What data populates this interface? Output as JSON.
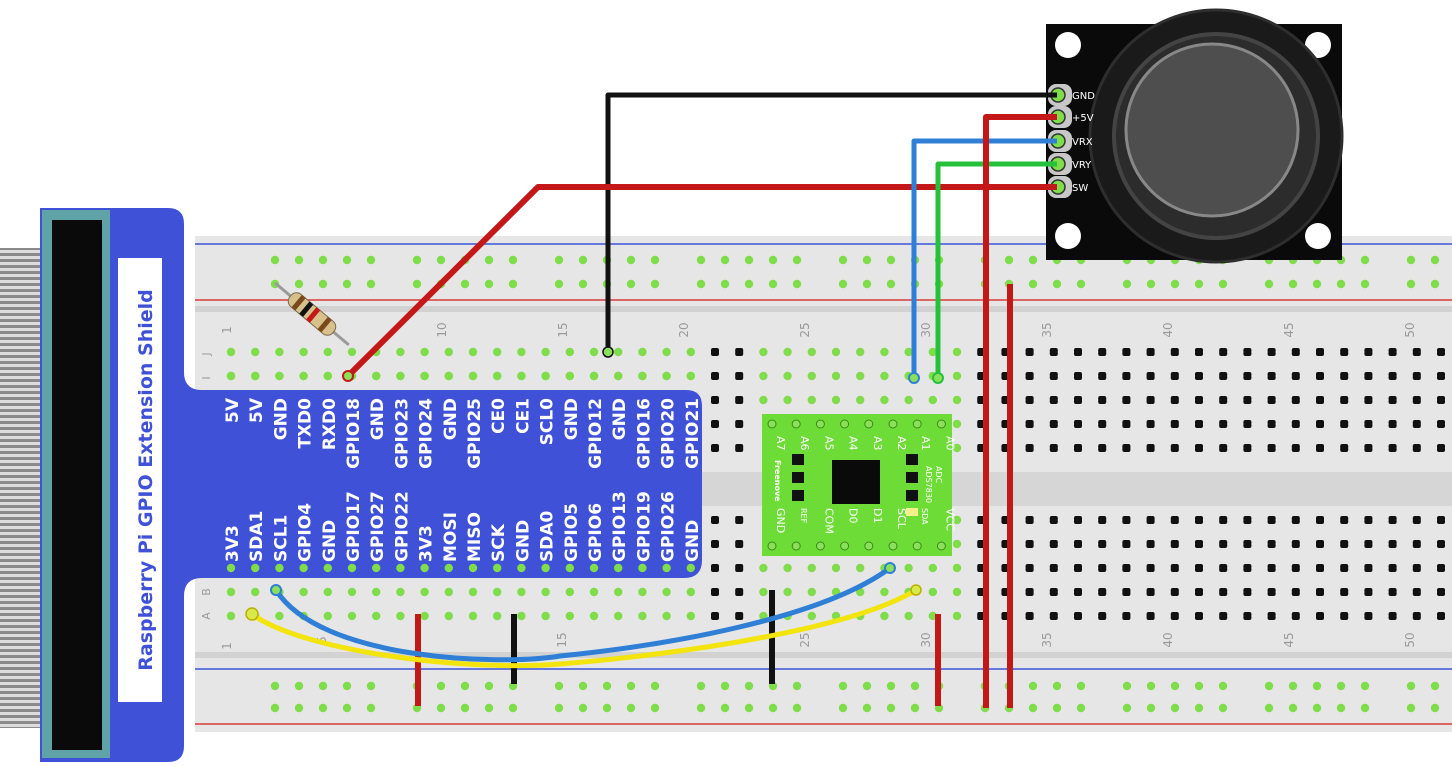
{
  "shield": {
    "title": "Raspberry Pi GPIO Extension Shield",
    "top_pins": [
      "5V",
      "5V",
      "GND",
      "TXD0",
      "RXD0",
      "GPIO18",
      "GND",
      "GPIO23",
      "GPIO24",
      "GND",
      "GPIO25",
      "CE0",
      "CE1",
      "SCL0",
      "GND",
      "GPIO12",
      "GND",
      "GPIO16",
      "GPIO20",
      "GPIO21"
    ],
    "bottom_pins": [
      "3V3",
      "SDA1",
      "SCL1",
      "GPIO4",
      "GND",
      "GPIO17",
      "GPIO27",
      "GPIO22",
      "3V3",
      "MOSI",
      "MISO",
      "SCK",
      "GND",
      "SDA0",
      "GPIO5",
      "GPIO6",
      "GPIO13",
      "GPIO19",
      "GPIO26",
      "GND"
    ]
  },
  "breadboard": {
    "col_numbers_top": [
      "1",
      "10",
      "15",
      "20",
      "25",
      "30",
      "35",
      "40",
      "45",
      "50"
    ],
    "col_numbers_bottom": [
      "5",
      "15",
      "25",
      "30",
      "35",
      "40",
      "45",
      "50"
    ],
    "row_letters_top": [
      "J",
      "I"
    ],
    "row_letters_bottom": [
      "B",
      "A"
    ],
    "bottom_one": "1"
  },
  "adc": {
    "top_pins": [
      "A7",
      "A6",
      "A5",
      "A4",
      "A3",
      "A2",
      "A1",
      "A0"
    ],
    "bottom_pins": [
      "GND",
      "REF",
      "COM",
      "D0",
      "D1",
      "SCL",
      "SDA",
      "VCC"
    ],
    "brand": "Freenove",
    "label1": "ADC",
    "label2": "ADS7830"
  },
  "joystick": {
    "pins": [
      "GND",
      "+5V",
      "VRX",
      "VRY",
      "SW"
    ]
  },
  "colors": {
    "shield_blue": "#3f51d6",
    "board": "#e6e6e6",
    "hole_green": "#7fdc4a",
    "wire_red": "#c41818",
    "wire_black": "#111111",
    "wire_blue": "#2f7fd6",
    "wire_green": "#26c13a",
    "wire_yellow": "#f2e40c",
    "adc_green": "#6ddc36"
  }
}
